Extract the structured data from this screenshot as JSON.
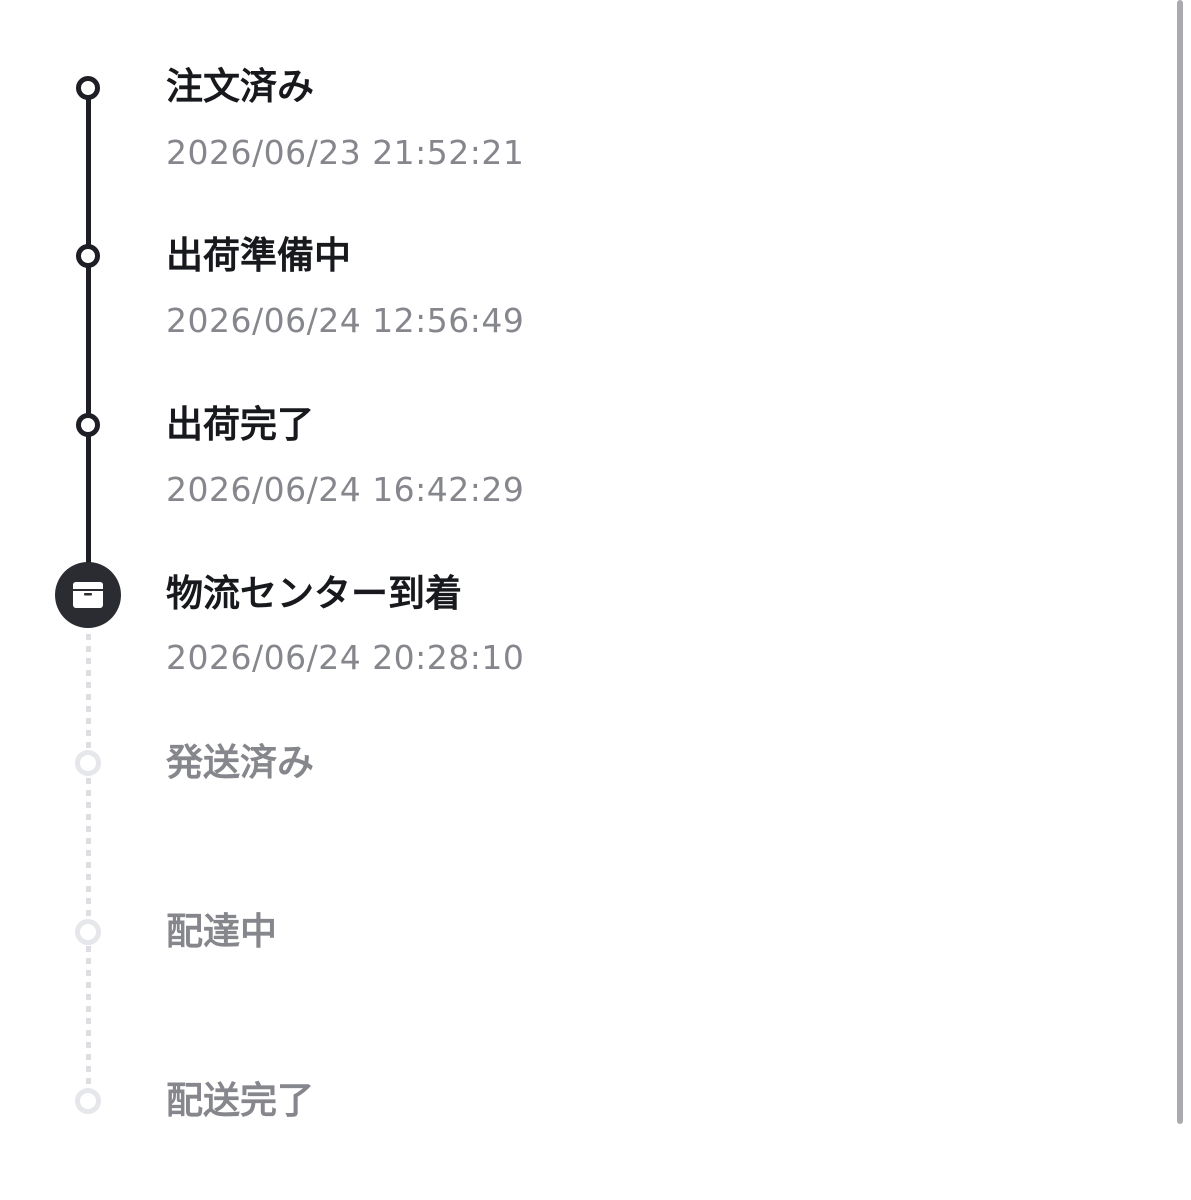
{
  "steps": [
    {
      "label": "注文済み",
      "time": "2026/06/23 21:52:21",
      "status": "done"
    },
    {
      "label": "出荷準備中",
      "time": "2026/06/24 12:56:49",
      "status": "done"
    },
    {
      "label": "出荷完了",
      "time": "2026/06/24 16:42:29",
      "status": "done"
    },
    {
      "label": "物流センター到着",
      "time": "2026/06/24 20:28:10",
      "status": "current",
      "icon": "package-icon"
    },
    {
      "label": "発送済み",
      "status": "pending"
    },
    {
      "label": "配達中",
      "status": "pending"
    },
    {
      "label": "配送完了",
      "status": "pending"
    }
  ],
  "colors": {
    "active": "#1d1f24",
    "pending": "#e6e7ea",
    "muted_text": "#85878c"
  }
}
